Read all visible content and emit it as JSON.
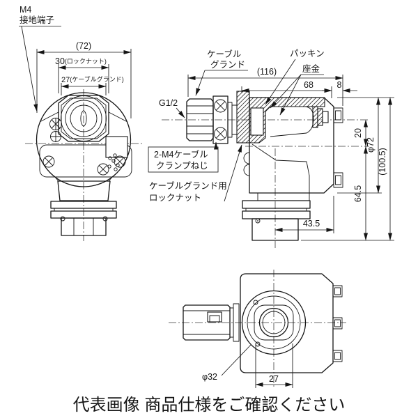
{
  "colors": {
    "ink": "#151515",
    "background": "#ffffff"
  },
  "caption": "代表画像  商品仕様をご確認ください",
  "front_view": {
    "ground_label_line1": "M4",
    "ground_label_line2": "接地端子",
    "dim_overall_width": "(72)",
    "dim_locknut_value": "30",
    "dim_locknut_note": "(ロックナット)",
    "dim_gland_value": "27",
    "dim_gland_note": "(ケーブルグランド)"
  },
  "side_view": {
    "label_cable_gland_line1": "ケーブル",
    "label_cable_gland_line2": "グランド",
    "label_packing": "パッキン",
    "label_washer": "座金",
    "label_thread": "G1/2",
    "label_clamp_line1": "2-M4ケーブル",
    "label_clamp_line2": "クランプねじ",
    "label_locknut_line1": "ケーブルグランド用",
    "label_locknut_line2": "ロックナット",
    "dim_overall": "(116)",
    "dim_68": "68",
    "dim_8": "8",
    "dim_20": "20",
    "dim_diameter": "φ72",
    "dim_overall_height": "(100.5)",
    "dim_64_5": "64.5",
    "dim_43_5": "43.5"
  },
  "bottom_view": {
    "dim_diameter": "φ32",
    "dim_27": "27"
  }
}
